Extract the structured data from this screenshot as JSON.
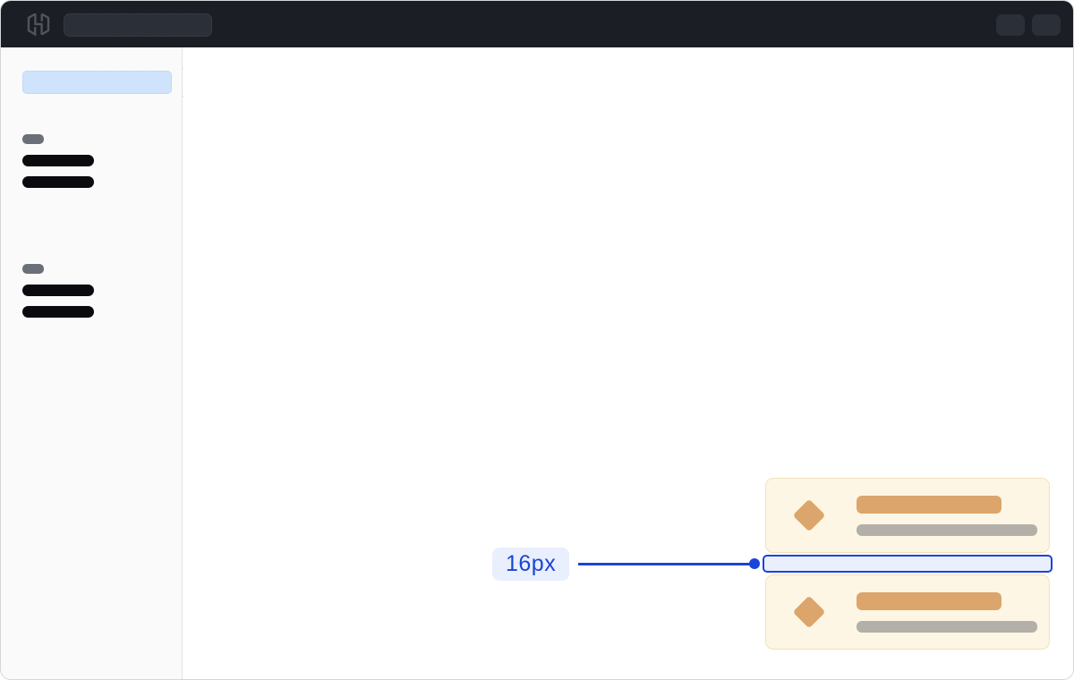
{
  "annotation": {
    "label": "16px"
  },
  "topbar": {
    "logo_icon": "hashicorp-logo",
    "search_skeleton": "placeholder",
    "action_skeletons": [
      "placeholder",
      "placeholder"
    ]
  },
  "sidebar": {
    "active_item_skeleton": "placeholder",
    "toggle": "sidebar-collapse-notch",
    "sections": [
      {
        "heading_skeleton": "placeholder",
        "item_skeletons": [
          "placeholder",
          "placeholder"
        ]
      },
      {
        "heading_skeleton": "placeholder",
        "item_skeletons": [
          "placeholder",
          "placeholder"
        ]
      }
    ]
  },
  "cards": [
    {
      "icon": "diamond-icon",
      "title_skeleton": "placeholder",
      "subtitle_skeleton": "placeholder"
    },
    {
      "icon": "diamond-icon",
      "title_skeleton": "placeholder",
      "subtitle_skeleton": "placeholder"
    }
  ],
  "colors": {
    "topbar-bg": "#1b1e24",
    "topbar-pill": "#2b2f38",
    "sidebar-bg": "#fafafa",
    "active-pill": "#cfe3fd",
    "heading-pill": "#6b6f78",
    "nav-bar": "#0a0a0f",
    "card-bg": "#fdf6e4",
    "card-border": "#f3e1ba",
    "card-accent": "#dca56b",
    "card-muted": "#b2b0a9",
    "blue": "#1b45d6",
    "blue-fill": "#e9effc"
  }
}
